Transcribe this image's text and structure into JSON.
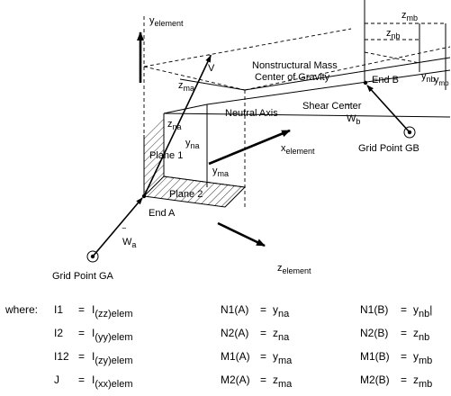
{
  "labels": {
    "y_element": {
      "main": "y",
      "sub": "element"
    },
    "x_element": {
      "main": "x",
      "sub": "element"
    },
    "z_element": {
      "main": "z",
      "sub": "element"
    },
    "v_bar": "V",
    "v_bar_accent": "‾",
    "z_ma_top": {
      "main": "z",
      "sub": "ma"
    },
    "z_na": {
      "main": "z",
      "sub": "na"
    },
    "y_na": {
      "main": "y",
      "sub": "na"
    },
    "y_ma": {
      "main": "y",
      "sub": "ma"
    },
    "plane1": "Plane 1",
    "plane2": "Plane 2",
    "end_a": "End A",
    "end_b": "End B",
    "w_a": {
      "main": "W",
      "sub": "a",
      "accent": "‾"
    },
    "w_b": {
      "main": "W",
      "sub": "b",
      "accent": "‾"
    },
    "grid_point_ga": "Grid Point GA",
    "grid_point_gb": "Grid Point GB",
    "nsm_line1": "Nonstructural Mass",
    "nsm_line2": "Center of Gravity",
    "neutral_axis": "Neutral Axis",
    "shear_center": "Shear Center",
    "z_mb": {
      "main": "z",
      "sub": "mb"
    },
    "z_nb": {
      "main": "z",
      "sub": "nb"
    },
    "y_nb": {
      "main": "y",
      "sub": "nb"
    },
    "y_mb": {
      "main": "y",
      "sub": "mb"
    }
  },
  "legend": {
    "where": "where:",
    "col1": [
      {
        "name": "I1",
        "eq": "=",
        "main": "I",
        "sub": "(zz)elem"
      },
      {
        "name": "I2",
        "eq": "=",
        "main": "I",
        "sub": "(yy)elem"
      },
      {
        "name": "I12",
        "eq": "=",
        "main": "I",
        "sub": "(zy)elem"
      },
      {
        "name": "J",
        "eq": "=",
        "main": "I",
        "sub": "(xx)elem"
      }
    ],
    "col2": [
      {
        "name": "N1(A)",
        "eq": "=",
        "main": "y",
        "sub": "na"
      },
      {
        "name": "N2(A)",
        "eq": "=",
        "main": "z",
        "sub": "na"
      },
      {
        "name": "M1(A)",
        "eq": "=",
        "main": "y",
        "sub": "ma"
      },
      {
        "name": "M2(A)",
        "eq": "=",
        "main": "z",
        "sub": "ma"
      }
    ],
    "col3": [
      {
        "name": "N1(B)",
        "eq": "=",
        "main": "y",
        "sub": "nb",
        "suffix": "|"
      },
      {
        "name": "N2(B)",
        "eq": "=",
        "main": "z",
        "sub": "nb"
      },
      {
        "name": "M1(B)",
        "eq": "=",
        "main": "y",
        "sub": "mb"
      },
      {
        "name": "M2(B)",
        "eq": "=",
        "main": "z",
        "sub": "mb"
      }
    ]
  }
}
